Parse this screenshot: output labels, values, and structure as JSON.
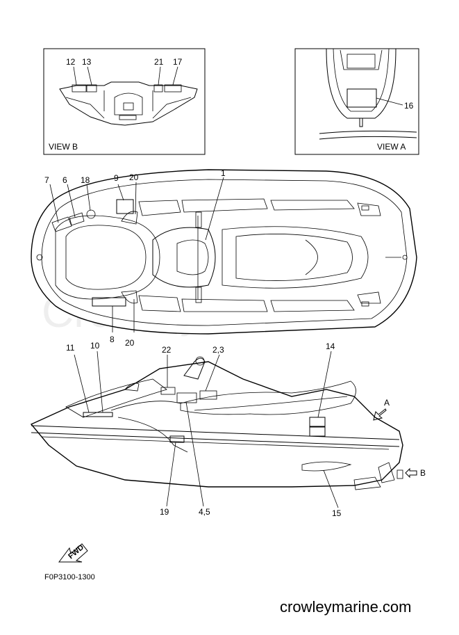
{
  "views": {
    "view_b": "VIEW B",
    "view_a": "VIEW A"
  },
  "callouts": {
    "c1": "1",
    "c2_3": "2,3",
    "c4_5": "4,5",
    "c6": "6",
    "c7": "7",
    "c8": "8",
    "c9": "9",
    "c10": "10",
    "c11": "11",
    "c12": "12",
    "c13": "13",
    "c14": "14",
    "c15": "15",
    "c16": "16",
    "c17": "17",
    "c18": "18",
    "c19": "19",
    "c20_top": "20",
    "c20_bottom": "20",
    "c21": "21",
    "c22": "22"
  },
  "arrows": {
    "a": "A",
    "b": "B",
    "fwd": "FWD"
  },
  "watermark": "Crowley Marine",
  "figure_code": "F0P3100-1300",
  "site": "crowleymarine.com"
}
